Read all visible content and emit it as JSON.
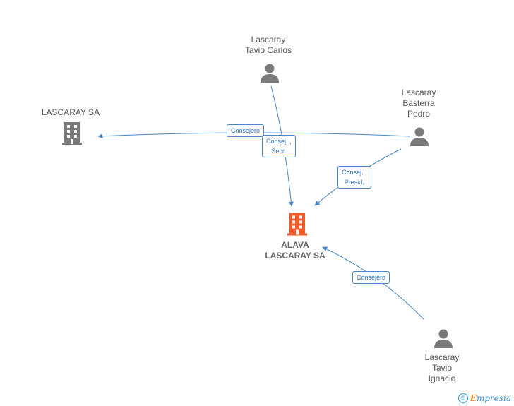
{
  "colors": {
    "edge": "#4a86c8",
    "person": "#7a7a7a",
    "company": "#7a7a7a",
    "main_company": "#f05a28"
  },
  "nodes": {
    "lascaray_tavio_carlos": {
      "line1": "Lascaray",
      "line2": "Tavio Carlos",
      "icon": "person-icon"
    },
    "lascaray_basterra_pedro": {
      "line1": "Lascaray",
      "line2": "Basterra",
      "line3": "Pedro",
      "icon": "person-icon"
    },
    "lascaray_sa": {
      "line1": "LASCARAY SA",
      "icon": "building-icon"
    },
    "alava_lascaray_sa": {
      "line1": "ALAVA",
      "line2": "LASCARAY SA",
      "icon": "building-icon"
    },
    "lascaray_tavio_ignacio": {
      "line1": "Lascaray",
      "line2": "Tavio",
      "line3": "Ignacio",
      "icon": "person-icon"
    }
  },
  "edges": {
    "consejero_top": {
      "line1": "Consejero"
    },
    "consej_secr": {
      "line1": "Consej. ,",
      "line2": "Secr."
    },
    "consej_presid": {
      "line1": "Consej. ,",
      "line2": "Presid."
    },
    "consejero_bottom": {
      "line1": "Consejero"
    }
  },
  "footer": {
    "copyright": "©",
    "brand_initial": "E",
    "brand_rest": "mpresia"
  }
}
